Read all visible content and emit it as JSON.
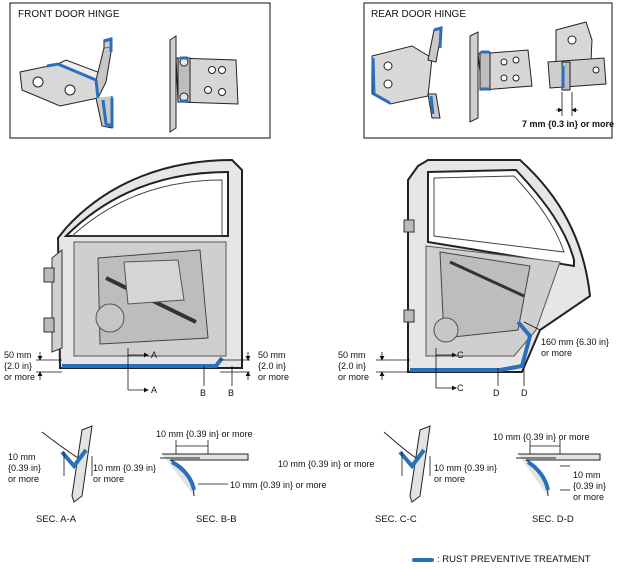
{
  "colors": {
    "rust_treatment": "#2a6fbd",
    "panel_fill": "#dcdcdc",
    "outline": "#1a1a1a"
  },
  "titles": {
    "front_hinge": "FRONT DOOR HINGE",
    "rear_hinge": "REAR DOOR HINGE"
  },
  "rear_hinge_dim": "7 mm {0.3 in} or more",
  "front_door": {
    "left_dim": [
      "50 mm",
      "{2.0 in}",
      "or more"
    ],
    "right_dim": [
      "50 mm",
      "{2.0 in}",
      "or more"
    ],
    "section_letters": [
      "A",
      "A",
      "B",
      "B"
    ]
  },
  "rear_door": {
    "left_dim": [
      "50 mm",
      "{2.0 in}",
      "or more"
    ],
    "right_dim": [
      "160 mm {6.30 in}",
      "or more"
    ],
    "section_letters": [
      "C",
      "C",
      "D",
      "D"
    ]
  },
  "sections": {
    "aa": {
      "caption": "SEC. A-A",
      "dim_left": [
        "10 mm",
        "{0.39 in}",
        "or more"
      ],
      "dim_right": [
        "10 mm {0.39 in}",
        "or more"
      ]
    },
    "bb": {
      "caption": "SEC. B-B",
      "dim_top": "10 mm {0.39 in} or more",
      "dim_bottom": "10 mm {0.39 in} or more"
    },
    "cc": {
      "caption": "SEC. C-C",
      "dim_left": "10 mm {0.39 in} or more",
      "dim_right": [
        "10 mm {0.39 in}",
        "or more"
      ]
    },
    "dd": {
      "caption": "SEC. D-D",
      "dim_top": "10 mm {0.39 in} or more",
      "dim_right": [
        "10 mm",
        "{0.39 in}",
        "or more"
      ]
    }
  },
  "legend": {
    "label": ": RUST PREVENTIVE TREATMENT"
  }
}
